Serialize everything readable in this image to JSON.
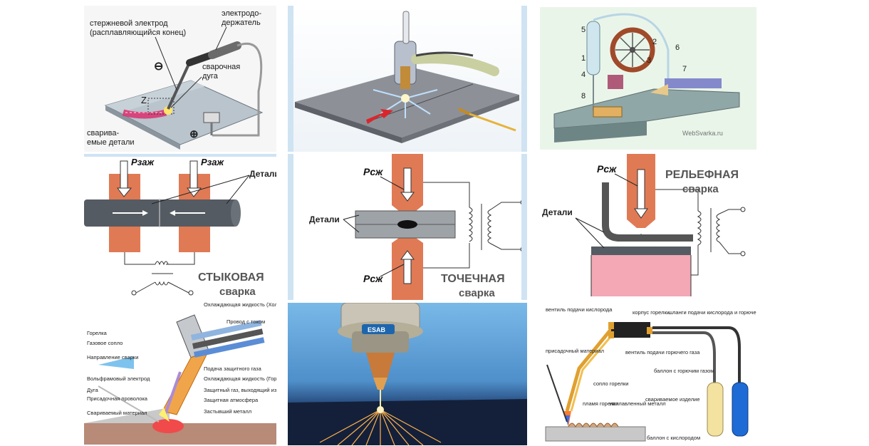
{
  "arc_panel": {
    "electrode_label_1": "стержневой электрод",
    "electrode_label_2": "(расплавляющийся конец)",
    "holder_label_1": "электродо-",
    "holder_label_2": "держатель",
    "arc_label_1": "сварочная",
    "arc_label_2": "дуга",
    "parts_label_1": "сварива-",
    "parts_label_2": "емые детали",
    "minus_sign": "⊖",
    "plus_sign": "⊕",
    "z_label": "Z"
  },
  "butt_panel": {
    "force_left": "Рзаж",
    "force_right": "Рзаж",
    "parts_label": "Детали",
    "title_1": "СТЫКОВАЯ",
    "title_2": "сварка"
  },
  "spot_panel": {
    "force_top": "Рсж",
    "force_bottom": "Рсж",
    "parts_label": "Детали",
    "title_1": "ТОЧЕЧНАЯ",
    "title_2": "сварка"
  },
  "relief_panel": {
    "force_top": "Рсж",
    "parts_label": "Детали",
    "title_1": "РЕЛЬЕФНАЯ",
    "title_2": "сварка"
  },
  "gas_panel": {
    "numbers": [
      "5",
      "1",
      "4",
      "8",
      "2",
      "3",
      "6",
      "7"
    ],
    "watermark": "WebSvarka.ru"
  },
  "tig_panel": {
    "labels_left": [
      "Горелка",
      "Газовое сопло",
      "Направление сварки",
      "Вольфрамовый электрод",
      "Дуга",
      "Присадочная проволока",
      "Свариваемый материал"
    ],
    "labels_right": [
      "Охлаждающая жидкость (Холодная)",
      "Провод с током",
      "Подача защитного газа",
      "Охлаждающая жидкость (Горячая)",
      "Защитный газ, выходящий из сопла",
      "Защитная атмосфера",
      "Застывший металл"
    ]
  },
  "laser_panel": {
    "brand": "ESAB"
  },
  "oxy_panel": {
    "labels": [
      "вентиль подачи кислорода",
      "корпус горелки",
      "шланги подачи кислорода и горючего газа",
      "присадочный материал",
      "вентиль подачи горючего газа",
      "баллон с горючим газом",
      "сопло горелки",
      "пламя горелки",
      "наплавленный металл",
      "свариваемое изделие",
      "баллон с кислородом"
    ]
  },
  "colors": {
    "copper": "#e07a55",
    "plate_grey": "#9ea3a8",
    "frame_blue": "#cfe3f3",
    "spark_orange": "#f5b042"
  }
}
